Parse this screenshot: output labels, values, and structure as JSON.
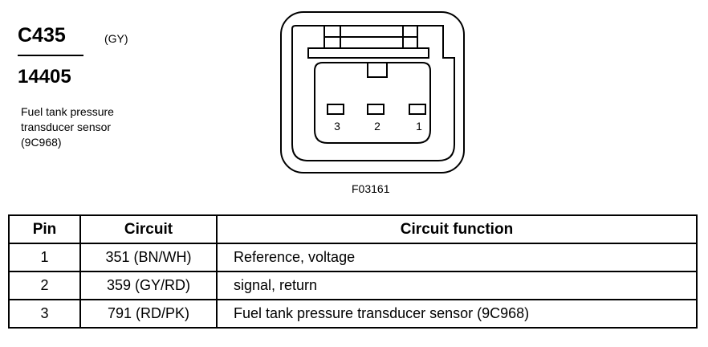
{
  "header": {
    "connector_id": "C435",
    "wire_color": "(GY)",
    "part_number": "14405",
    "description": [
      "Fuel tank pressure",
      "transducer sensor",
      "(9C968)"
    ]
  },
  "diagram": {
    "pin_labels": [
      "3",
      "2",
      "1"
    ],
    "figure_id": "F03161"
  },
  "table": {
    "headers": [
      "Pin",
      "Circuit",
      "Circuit function"
    ],
    "rows": [
      {
        "pin": "1",
        "circuit": "351 (BN/WH)",
        "function": "Reference, voltage"
      },
      {
        "pin": "2",
        "circuit": "359 (GY/RD)",
        "function": "signal, return"
      },
      {
        "pin": "3",
        "circuit": "791 (RD/PK)",
        "function": "Fuel tank pressure transducer sensor (9C968)"
      }
    ]
  }
}
